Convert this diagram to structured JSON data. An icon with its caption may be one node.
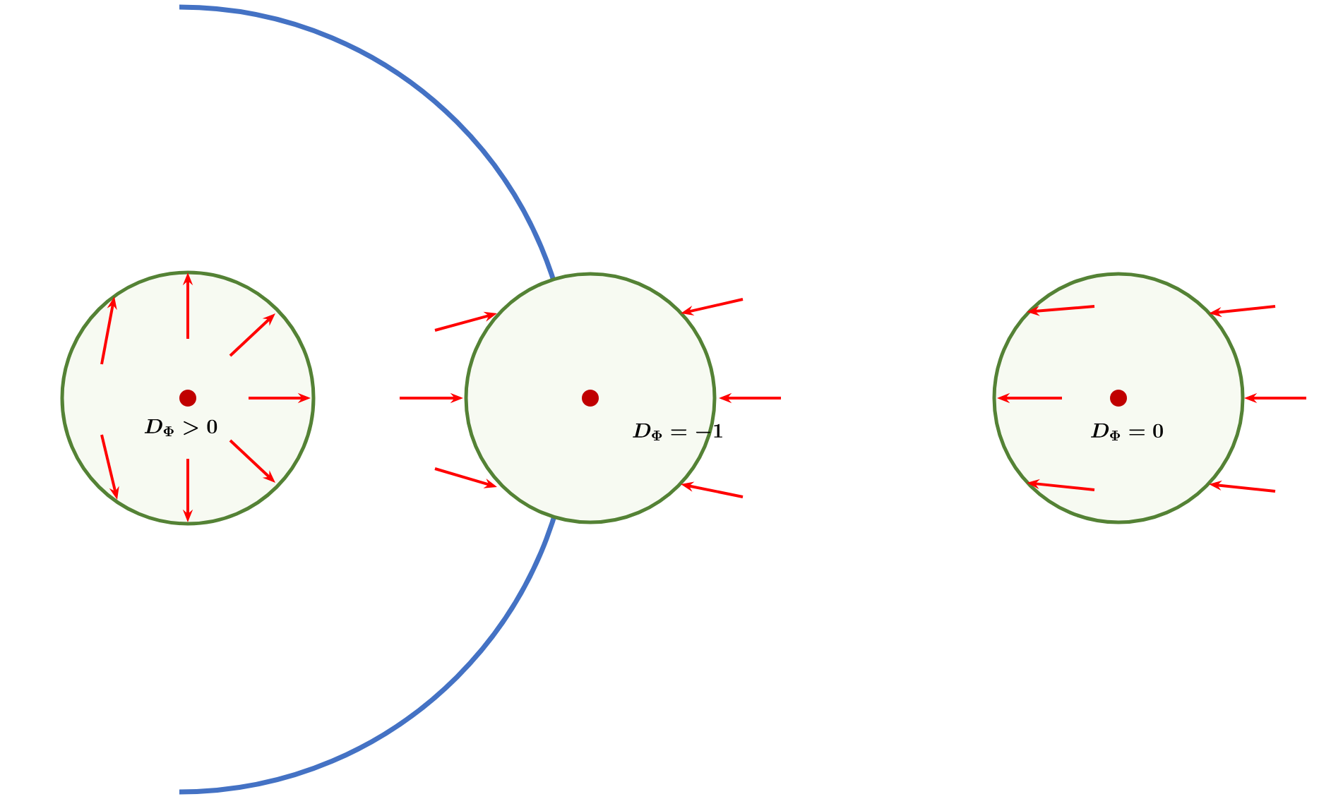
{
  "diagram": {
    "nodes": [
      {
        "text": [
          "D_{\\Phi} > 0"
        ]
      },
      {
        "text": [
          "D_{\\Phi} = -1"
        ]
      },
      {
        "text": [
          "D_{\\Phi} = 0"
        ]
      }
    ]
  }
}
